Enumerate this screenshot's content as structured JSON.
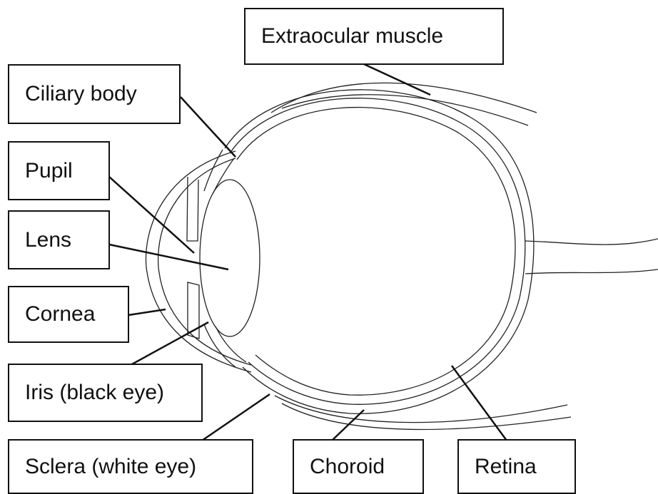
{
  "labels": {
    "extraocular_muscle": "Extraocular muscle",
    "ciliary_body": "Ciliary body",
    "pupil": "Pupil",
    "lens": "Lens",
    "cornea": "Cornea",
    "iris": "Iris (black eye)",
    "sclera": "Sclera (white eye)",
    "choroid": "Choroid",
    "retina": "Retina"
  },
  "colors": {
    "line": "#111111",
    "outline": "#222222",
    "background": "#ffffff"
  }
}
